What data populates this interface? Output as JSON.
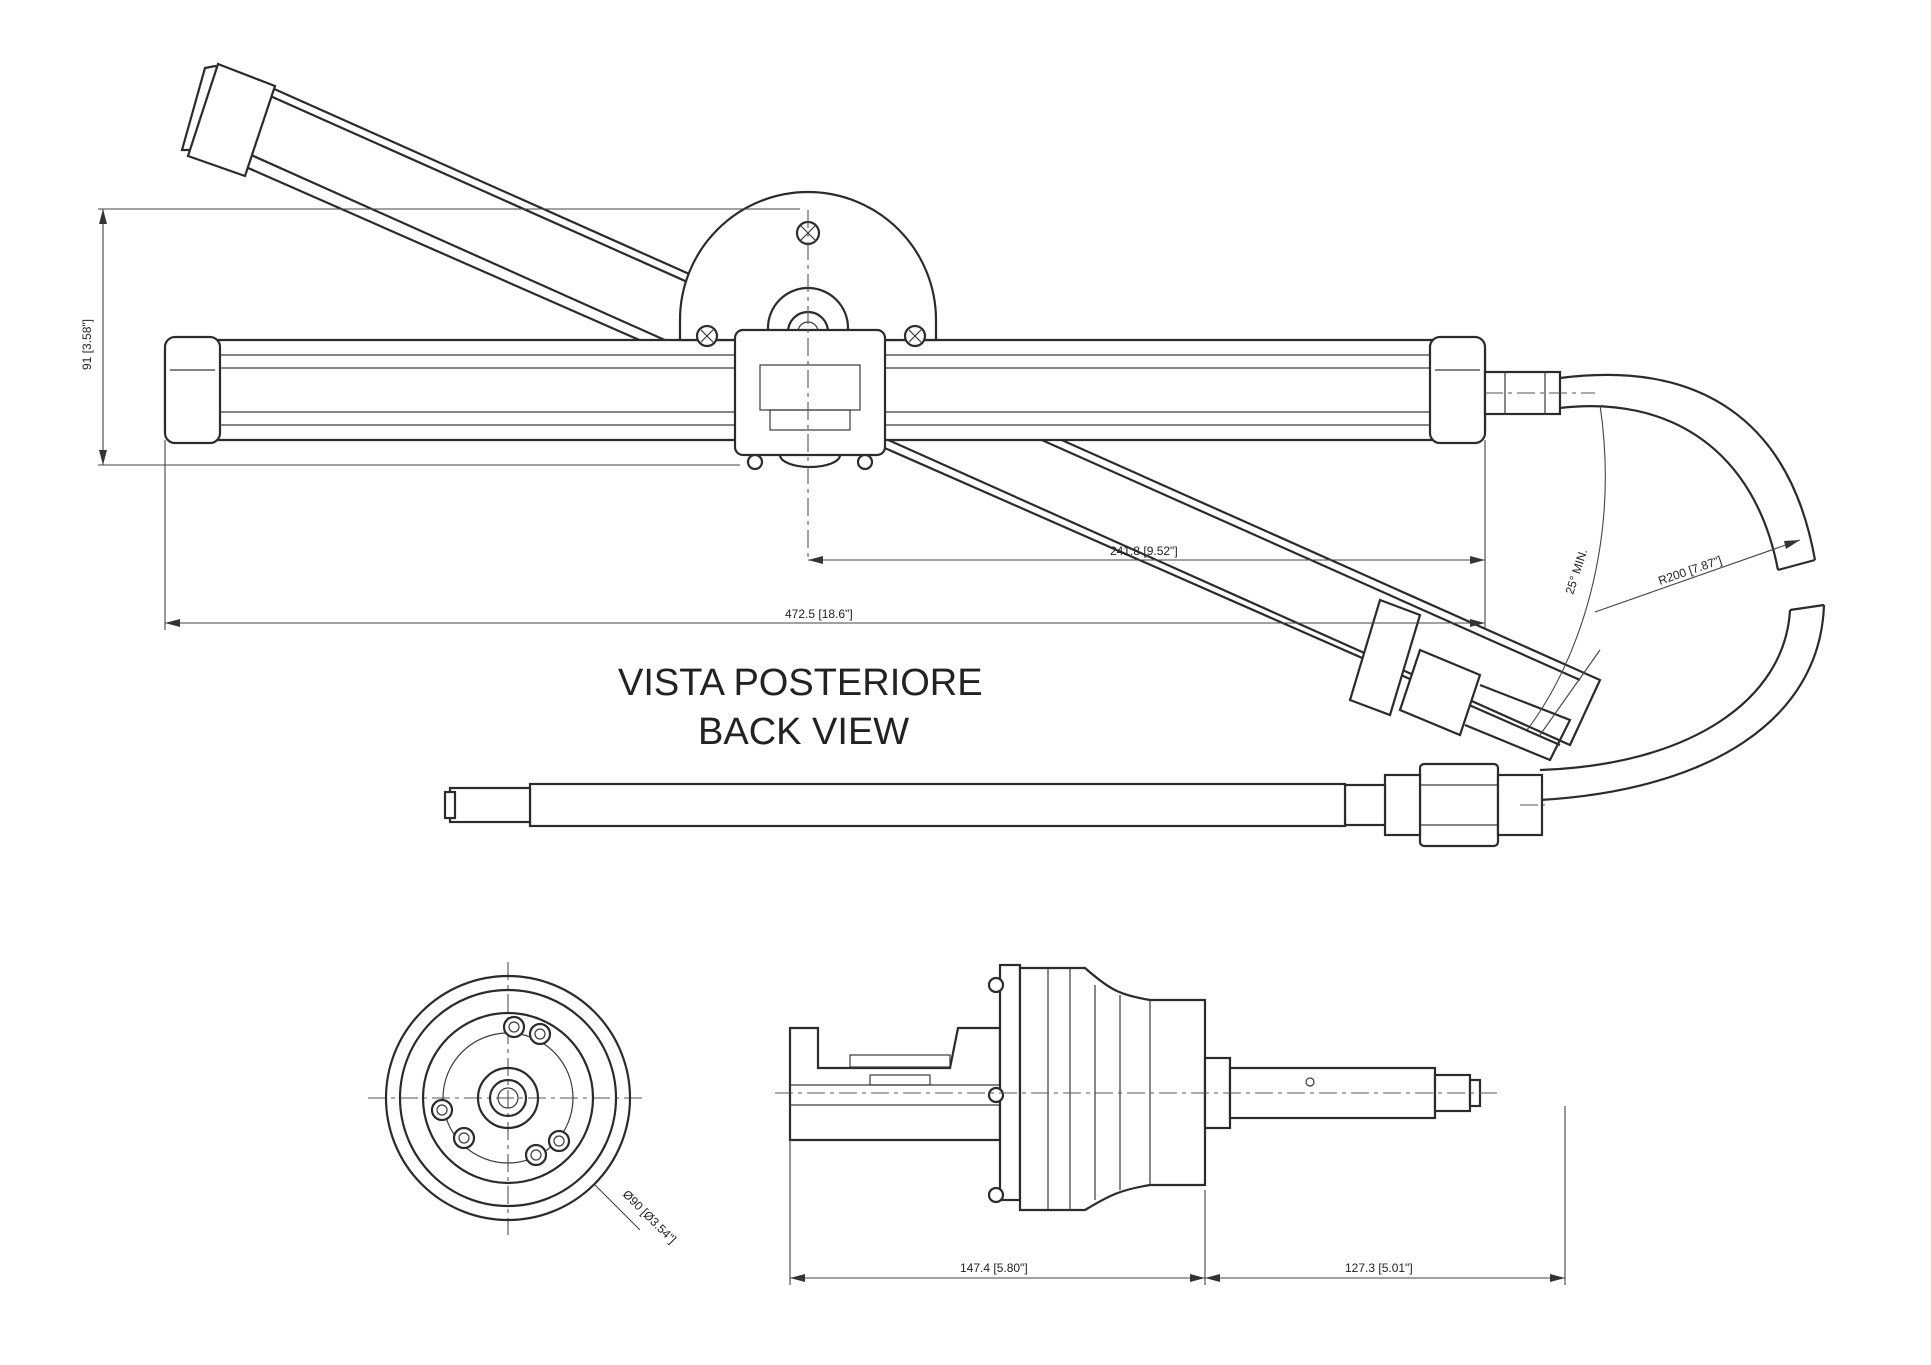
{
  "view_title": {
    "line1": "VISTA POSTERIORE",
    "line2": "BACK VIEW"
  },
  "dimensions": {
    "height": "91 [3.58\"]",
    "half_length": "241.8 [9.52\"]",
    "total_length": "472.5 [18.6\"]",
    "angle": "25° MIN.",
    "radius": "R200 [7.87\"]",
    "diameter": "Ø90 [Ø3.54\"]",
    "body_length": "147.4 [5.80\"]",
    "shaft_length": "127.3 [5.01\"]"
  }
}
